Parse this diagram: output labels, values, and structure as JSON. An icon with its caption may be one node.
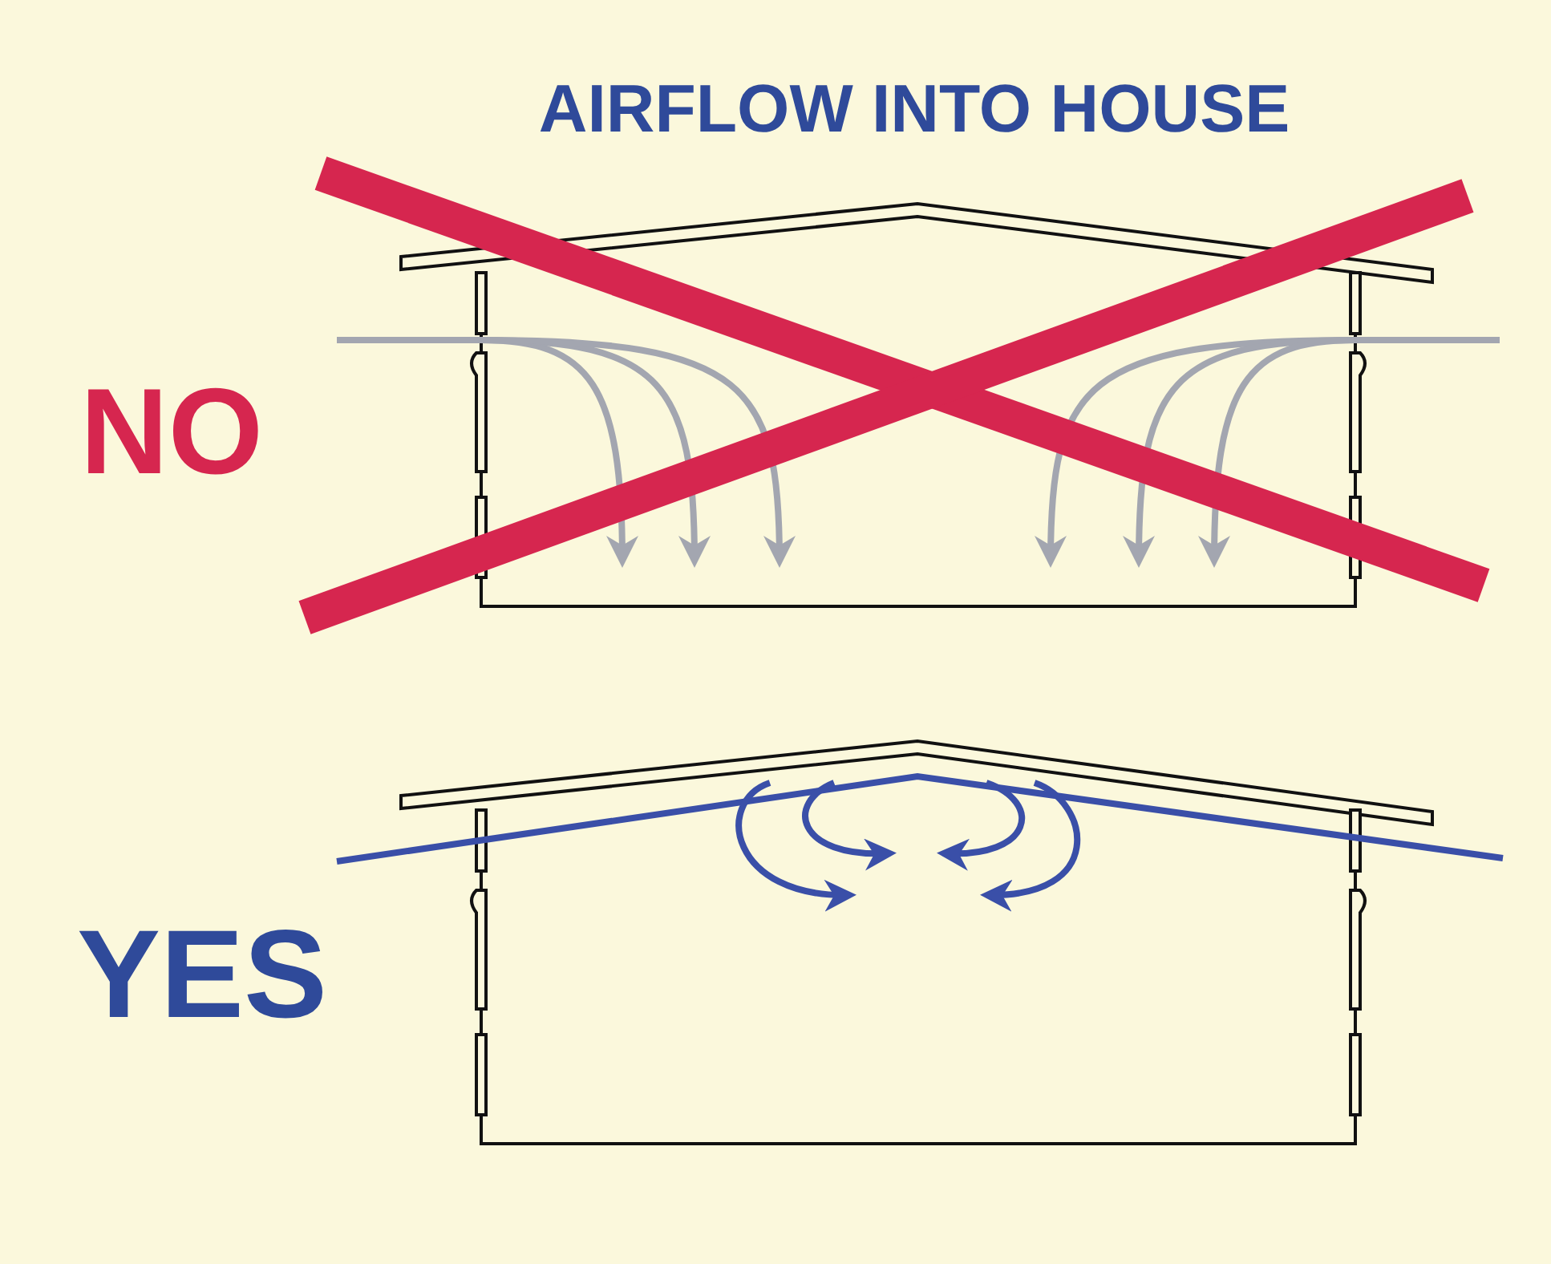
{
  "diagram": {
    "title": "AIRFLOW INTO HOUSE",
    "labels": [
      "NO",
      "YES"
    ]
  }
}
